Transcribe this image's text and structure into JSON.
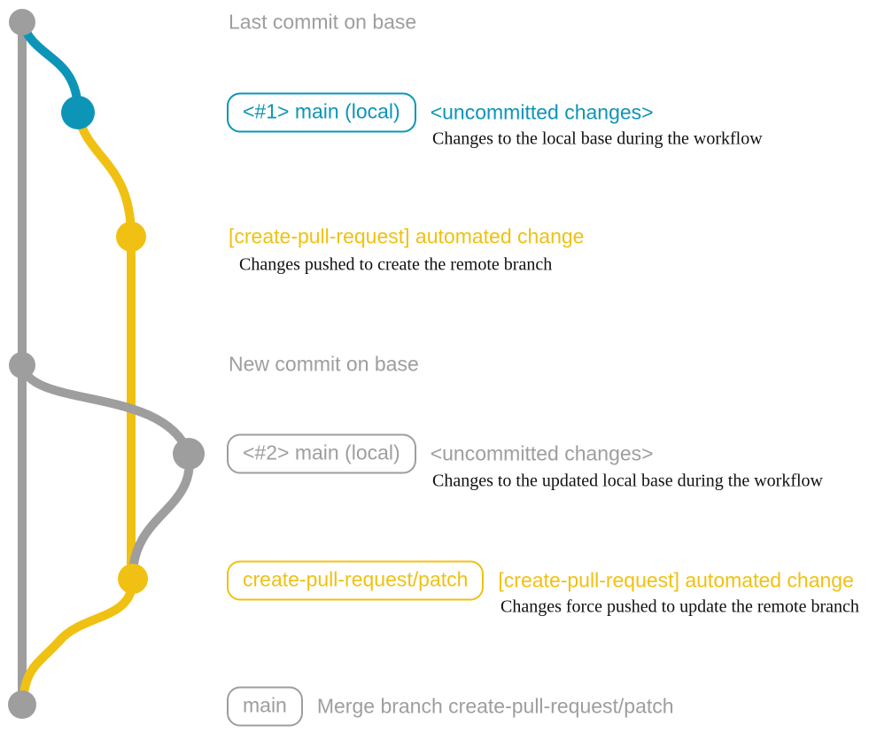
{
  "colors": {
    "gray": "#9e9e9e",
    "teal": "#0d95b8",
    "yellow": "#f0c112",
    "caption": "#111111",
    "background": "#ffffff"
  },
  "annotations": {
    "top_label": "Last commit on base",
    "row1": {
      "badge": "<#1> main (local)",
      "status": "<uncommitted changes>",
      "caption": "Changes to the local base during the workflow"
    },
    "row2": {
      "label": "[create-pull-request] automated change",
      "caption": "Changes pushed to create the remote branch"
    },
    "mid_label": "New commit on base",
    "row3": {
      "badge": "<#2> main (local)",
      "status": "<uncommitted changes>",
      "caption": "Changes to the updated local base during the workflow"
    },
    "row4": {
      "badge": "create-pull-request/patch",
      "label": "[create-pull-request] automated change",
      "caption": "Changes force pushed to update the remote branch"
    },
    "bottom": {
      "badge": "main",
      "label": "Merge branch create-pull-request/patch"
    }
  },
  "graph": {
    "branches": [
      {
        "id": "base-trunk",
        "color": "gray"
      },
      {
        "id": "local-branch-1",
        "color": "teal"
      },
      {
        "id": "patch-branch",
        "color": "yellow"
      },
      {
        "id": "local-branch-2",
        "color": "gray"
      }
    ],
    "nodes": [
      {
        "id": "commit-last-base",
        "color": "gray"
      },
      {
        "id": "commit-local-1",
        "color": "teal"
      },
      {
        "id": "commit-patch-1",
        "color": "yellow"
      },
      {
        "id": "commit-new-base",
        "color": "gray"
      },
      {
        "id": "commit-local-2",
        "color": "gray"
      },
      {
        "id": "commit-patch-2",
        "color": "yellow"
      },
      {
        "id": "commit-merge",
        "color": "gray"
      }
    ]
  }
}
